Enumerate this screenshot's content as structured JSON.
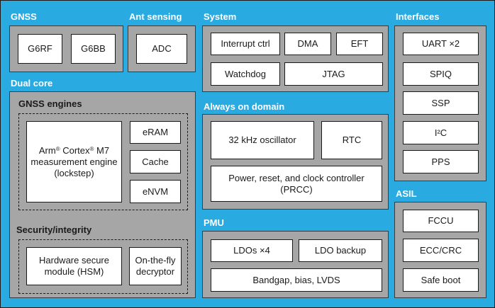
{
  "colors": {
    "background": "#29abe2",
    "panel": "#a6a6a6",
    "block": "#ffffff",
    "section_title": "#ffffff"
  },
  "gnss": {
    "title": "GNSS",
    "blocks": [
      "G6RF",
      "G6BB"
    ]
  },
  "ant_sensing": {
    "title": "Ant sensing",
    "blocks": [
      "ADC"
    ]
  },
  "system": {
    "title": "System",
    "blocks": [
      "Interrupt ctrl",
      "DMA",
      "EFT",
      "Watchdog",
      "JTAG"
    ]
  },
  "interfaces": {
    "title": "Interfaces",
    "blocks": [
      "UART ×2",
      "SPIQ",
      "SSP",
      "I²C",
      "PPS"
    ]
  },
  "dual_core": {
    "title": "Dual core",
    "gnss_engines": {
      "title": "GNSS engines",
      "core": {
        "brand": "Arm",
        "reg1": "®",
        "family": " Cortex",
        "reg2": "®",
        "model": " M7",
        "line2": "measurement engine",
        "line3": "(lockstep)"
      },
      "memories": [
        "eRAM",
        "Cache",
        "eNVM"
      ]
    },
    "security": {
      "title": "Security/integrity",
      "hsm": [
        "Hardware secure",
        "module (HSM)"
      ],
      "decryptor": [
        "On-the-fly",
        "decryptor"
      ]
    }
  },
  "always_on": {
    "title": "Always on domain",
    "blocks": [
      "32 kHz oscillator",
      "RTC"
    ],
    "prcc": [
      "Power, reset, and clock controller",
      "(PRCC)"
    ]
  },
  "pmu": {
    "title": "PMU",
    "blocks": [
      "LDOs ×4",
      "LDO backup",
      "Bandgap, bias, LVDS"
    ]
  },
  "asil": {
    "title": "ASIL",
    "blocks": [
      "FCCU",
      "ECC/CRC",
      "Safe boot"
    ]
  }
}
